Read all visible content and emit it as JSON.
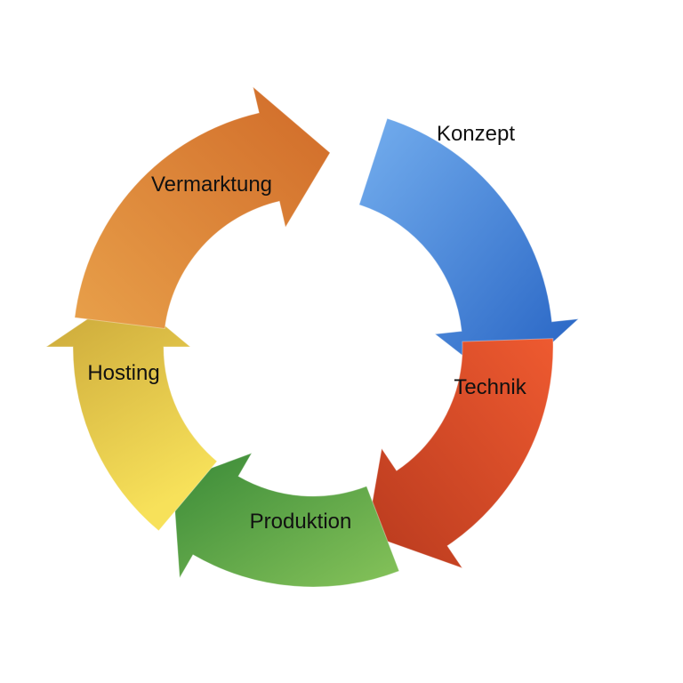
{
  "diagram": {
    "type": "cycle",
    "steps": [
      {
        "label": "Konzept",
        "icon": "arrow-clockwise-segment",
        "color_light": "#74aeee",
        "color_dark": "#2461c2"
      },
      {
        "label": "Technik",
        "icon": "arrow-clockwise-segment",
        "color_light": "#ee5a30",
        "color_dark": "#b83a1e"
      },
      {
        "label": "Produktion",
        "icon": "arrow-clockwise-segment",
        "color_light": "#86c35a",
        "color_dark": "#3a8a38"
      },
      {
        "label": "Hosting",
        "icon": "arrow-clockwise-segment",
        "color_light": "#c9a538",
        "color_dark": "#f7e15a"
      },
      {
        "label": "Vermarktung",
        "icon": "arrow-clockwise-segment",
        "color_light": "#e8a04a",
        "color_dark": "#d06a28"
      }
    ]
  }
}
